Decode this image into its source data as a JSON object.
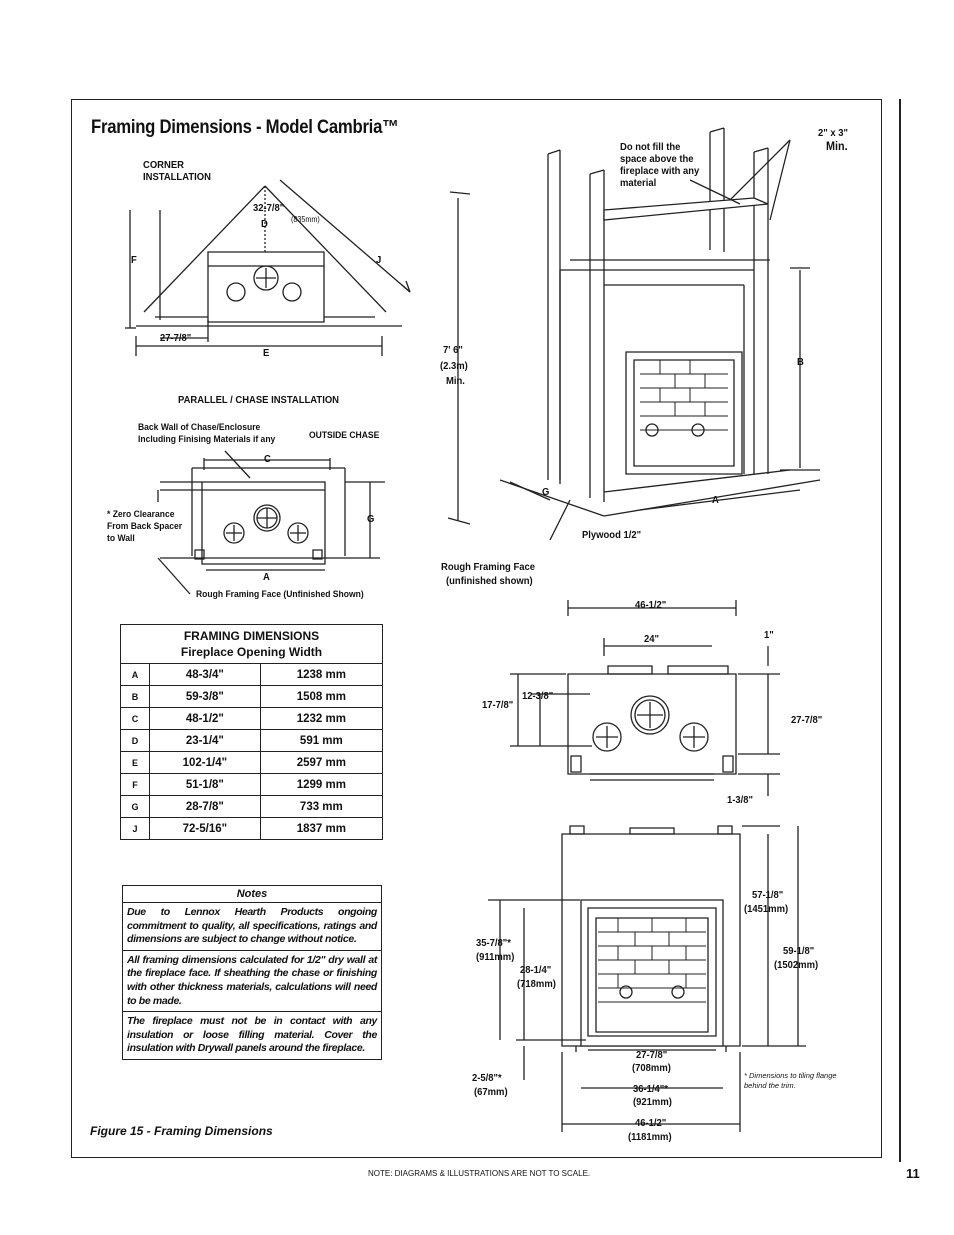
{
  "title": "Framing Dimensions - Model Cambria™",
  "corner": {
    "heading": "CORNER INSTALLATION",
    "dim_top": "32-7/8\"",
    "dim_top_mm": "(835mm)",
    "label_d": "D",
    "label_f": "F",
    "label_j": "J",
    "dim_bottom": "27-7/8\"",
    "label_e": "E"
  },
  "parallel": {
    "heading": "PARALLEL / CHASE INSTALLATION",
    "back_wall": "Back Wall of Chase/Enclosure Including Finising Materials if any",
    "outside": "OUTSIDE CHASE",
    "label_c": "C",
    "label_g": "G",
    "label_a": "A",
    "zero_clearance": "* Zero Clearance From Back Spacer to Wall",
    "rough_face": "Rough Framing Face (Unfinished Shown)"
  },
  "iso": {
    "note_fill": "Do not fill the space above the fireplace with any material",
    "stud": "2\" x 3\"",
    "stud_min": "Min.",
    "height": "7' 6\"",
    "height_m": "(2.3m)",
    "height_min": "Min.",
    "label_b": "B",
    "label_g": "G",
    "label_a": "A",
    "plywood": "Plywood 1/2\"",
    "rough_face": "Rough Framing Face",
    "rough_face_sub": "(unfinished shown)"
  },
  "top_view": {
    "w": "46-1/2\"",
    "w2": "24\"",
    "d1": "1\"",
    "d2": "17-7/8\"",
    "d3": "12-3/8\"",
    "d4": "27-7/8\"",
    "d5": "1-3/8\""
  },
  "front_view": {
    "h1": "57-1/8\"",
    "h1mm": "(1451mm)",
    "h2": "59-1/8\"",
    "h2mm": "(1502mm)",
    "h3": "35-7/8\"*",
    "h3mm": "(911mm)",
    "h4": "28-1/4\"",
    "h4mm": "(718mm)",
    "b1": "27-7/8\"",
    "b1mm": "(708mm)",
    "b2": "36-1/4\"*",
    "b2mm": "(921mm)",
    "b3": "46-1/2\"",
    "b3mm": "(1181mm)",
    "b4": "2-5/8\"*",
    "b4mm": "(67mm)",
    "tile_note": "* Dimensions to tiling flange behind the trim."
  },
  "table": {
    "header1": "FRAMING DIMENSIONS",
    "header2": "Fireplace Opening Width",
    "rows": [
      {
        "k": "A",
        "in": "48-3/4\"",
        "mm": "1238 mm"
      },
      {
        "k": "B",
        "in": "59-3/8\"",
        "mm": "1508 mm"
      },
      {
        "k": "C",
        "in": "48-1/2\"",
        "mm": "1232 mm"
      },
      {
        "k": "D",
        "in": "23-1/4\"",
        "mm": "591 mm"
      },
      {
        "k": "E",
        "in": "102-1/4\"",
        "mm": "2597 mm"
      },
      {
        "k": "F",
        "in": "51-1/8\"",
        "mm": "1299 mm"
      },
      {
        "k": "G",
        "in": "28-7/8\"",
        "mm": "733 mm"
      },
      {
        "k": "J",
        "in": "72-5/16\"",
        "mm": "1837 mm"
      }
    ]
  },
  "notes": {
    "heading": "Notes",
    "n1": "Due to Lennox Hearth Products ongoing commitment to quality, all specifications, ratings and dimensions are subject to change without notice.",
    "n2": "All framing dimensions calculated for 1/2\" dry wall at the fireplace face.  If sheathing the chase or finishing with other thickness materials, calculations will need to be made.",
    "n3": "The fireplace must not be in contact with any insulation or loose filling material. Cover the insulation with Drywall panels around the fireplace."
  },
  "figure_caption": "Figure 15 - Framing Dimensions",
  "footnote": "NOTE: DIAGRAMS & ILLUSTRATIONS ARE NOT TO SCALE.",
  "page_number": "11"
}
